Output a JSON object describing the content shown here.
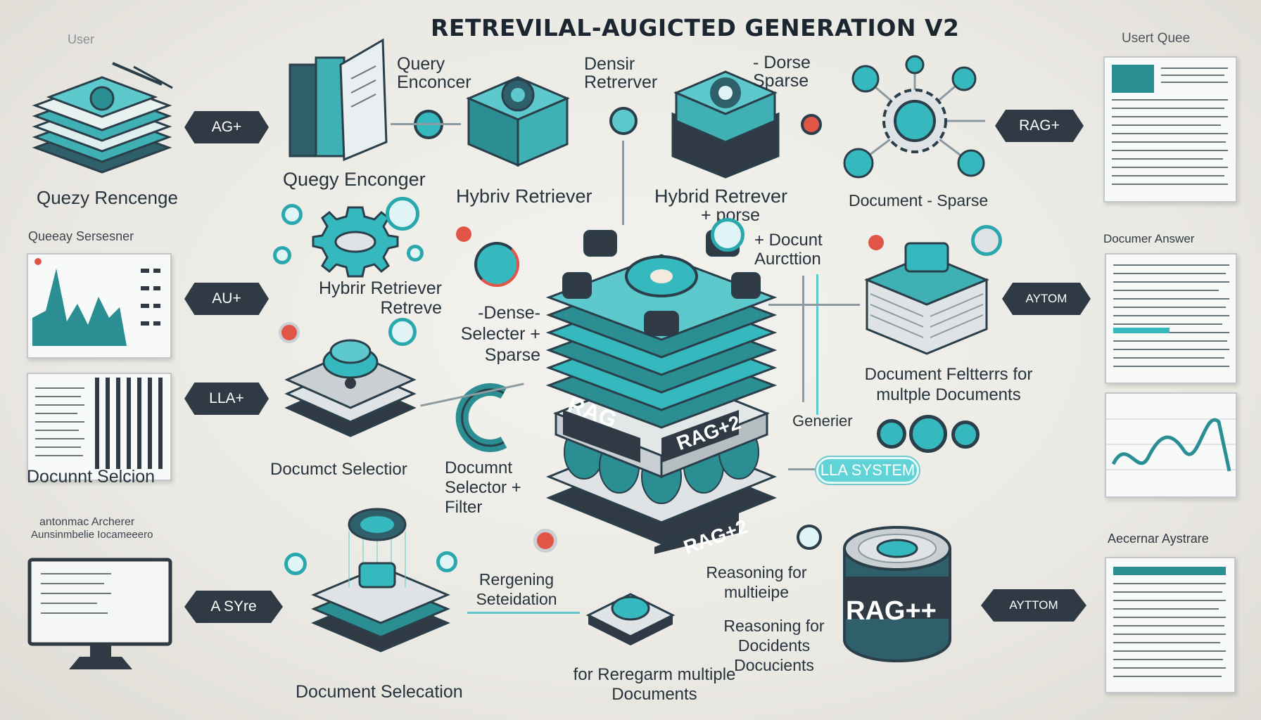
{
  "title": "RETREVILAL-AUGICTED GENERATION V2",
  "labels": {
    "user_faint": "User",
    "query_renceng": "Quezy Rencenge",
    "query_sersesner": "Queeay Sersesner",
    "document_selcion_left": "Docunnt Selcion",
    "antonmac_archerer": "antonmac Archerer",
    "aunsinmbelie": "Aunsinmbelie Iocameeero",
    "query_enconcer_top": "Query Enconcer",
    "query_enconger": "Quegy Enconger",
    "densir_retrerver": "Densir Retrerver",
    "hybriv_retriever": "Hybriv Retriever",
    "dorse_sparse": "- Dorse Sparse",
    "hybrid_retrever": "Hybrid Retrever",
    "plus_porse": "+ porse",
    "document_sparse": "Document - Sparse",
    "hybrir_retriever": "Hybrir Retriever Retreve",
    "docunt_aurcttion": "+ Docunt Aurcttion",
    "dense_selecter": "-Dense- Selecter + Sparse",
    "document_selectior": "Documct Selectior",
    "document_selector_filter": "Documnt Selector + Filter",
    "document_feltterrs": "Document Feltterrs for multple Documents",
    "generier": "Generier",
    "lla_system": "LLA SYSTEM",
    "reasoning_multiple": "Reasoning for multieipe",
    "reasoning_docidents": "Reasoning for Docidents Docucients",
    "reregening": "Rergening Seteidation",
    "document_selecation": "Document Selecation",
    "for_reregarm": "for Reregarm multiple Documents",
    "user_query_right": "Usert Quee",
    "documer_answer": "Documer Answer",
    "aecernar_aystrare": "Aecernar Aystrare"
  },
  "tags": {
    "ag_plus": "AG+",
    "au_plus": "AU+",
    "lla_plus": "LLA+",
    "a_syre": "A SYre",
    "rag_plus_right": "RAG+",
    "aytom_1": "AYTOM",
    "aytom_2": "AYTTOM"
  },
  "stack_labels": {
    "rag_left": "RAG",
    "rag_plus_2": "RAG+2",
    "rag_bottom": "RAG+2",
    "rag_cylinder": "RAG++"
  },
  "colors": {
    "teal": "#35b9be",
    "dark": "#2f3a44",
    "accent_red": "#e15546",
    "light_teal": "#5fd3d6"
  }
}
